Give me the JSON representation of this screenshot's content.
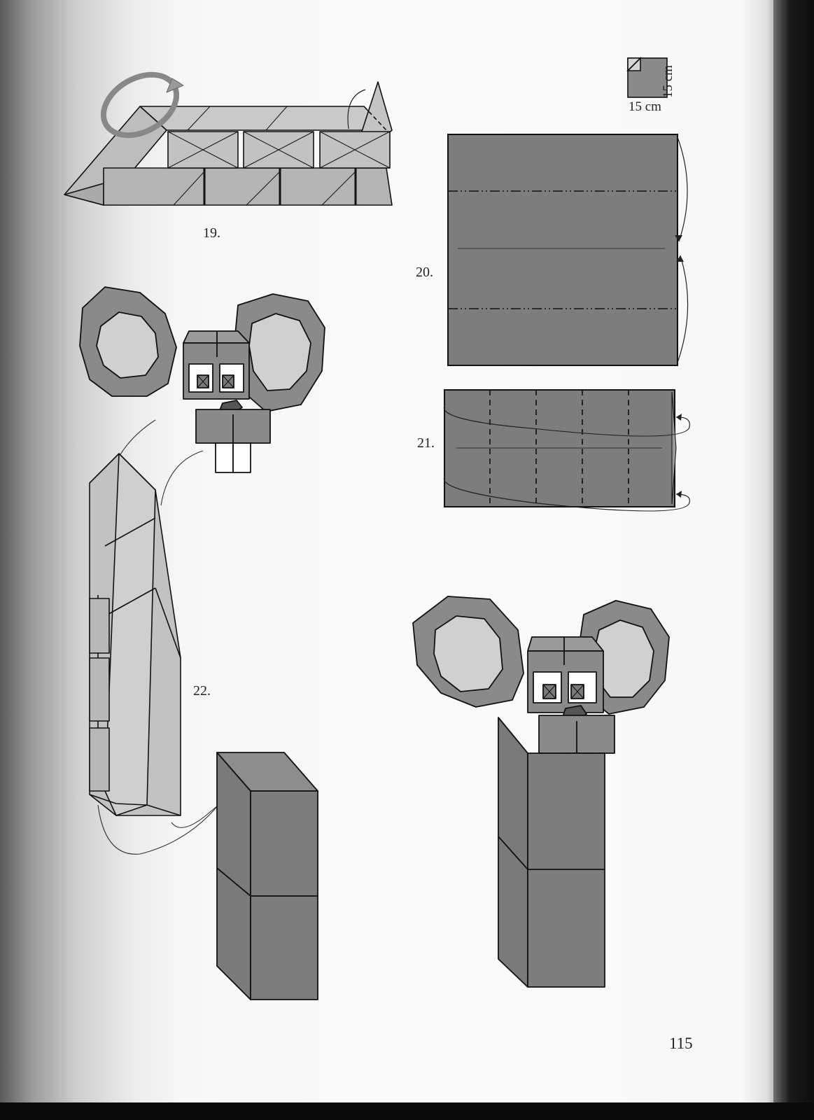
{
  "page_number": "115",
  "steps": {
    "step19": "19.",
    "step20": "20.",
    "step21": "21.",
    "step22": "22."
  },
  "paper": {
    "width_label": "15 cm",
    "height_label": "15 cm"
  },
  "colors": {
    "paper_dark": "#7f7f7f",
    "paper_light": "#b8b8b8",
    "ear_inner": "#d0d0d0",
    "outline": "#111111"
  }
}
